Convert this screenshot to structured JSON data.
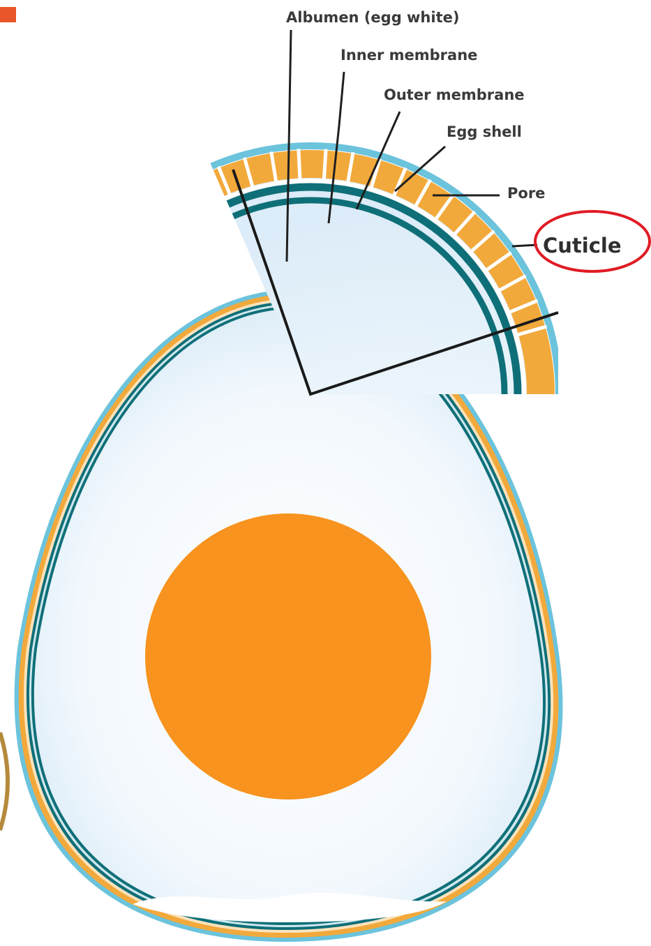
{
  "diagram": {
    "labels": {
      "albumen": "Albumen (egg white)",
      "inner_membrane": "Inner membrane",
      "outer_membrane": "Outer membrane",
      "egg_shell": "Egg shell",
      "pore": "Pore",
      "cuticle": "Cuticle"
    },
    "highlighted_label": "cuticle",
    "colors": {
      "shell": "#f2a93b",
      "cuticle": "#6cc3dc",
      "membrane": "#0f6f78",
      "albumen": "#e8f3fb",
      "yolk": "#f7931e",
      "highlight": "#e01b24",
      "corner_tag": "#e8562a"
    }
  }
}
